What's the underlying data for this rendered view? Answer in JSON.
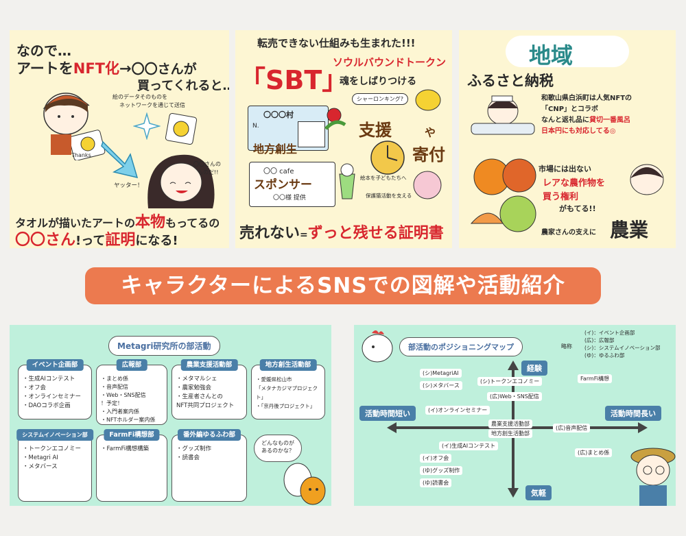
{
  "panel1": {
    "line1": "なので…",
    "line2a": "アートを",
    "line2b": "NFT化",
    "line2c": "→",
    "line2d": "〇〇さんが",
    "line3": "買ってくれると…",
    "note1": "絵のデータそのものを",
    "note2": "ネットワークを通じて送信",
    "thanks": "Thanks",
    "yattaa": "ヤッター！",
    "oosan": "〇〇さんの",
    "mono": "ものだ!!",
    "bottom1a": "タオルが描いたアートの",
    "bottom1b": "本物",
    "bottom1c": "もってるの",
    "bottom2a": "〇〇さん",
    "bottom2b": "!って",
    "bottom2c": "証明",
    "bottom2d": "になる!"
  },
  "panel2": {
    "top": "転売できない仕組みも生まれた!!!",
    "sbt": "「SBT」",
    "soul": "ソウルバウンドトークン",
    "tamashii": "魂をしばりつける",
    "shaon": "シャーロンキング?",
    "card_a": "〇〇〇村",
    "card_b": "N.",
    "chiho": "地方創生",
    "shien": "支援",
    "ya": "や",
    "kifu": "寄付",
    "cafe": "〇〇 cafe",
    "sponsor": "スポンサー",
    "teikyo": "〇〇様 提供",
    "ehon": "絵本を子どもたちへ",
    "hogo": "保護猫活動を支える",
    "bottom_a": "売れない",
    "bottom_b": "=",
    "bottom_c": "ずっと残せる",
    "bottom_d": "証明書"
  },
  "panel3": {
    "region": "地域",
    "furusato": "ふるさと納税",
    "desc1": "和歌山県白浜町は人気NFTの",
    "desc2": "「CNP」とコラボ",
    "desc3a": "なんと返礼品に",
    "desc3b": "貸切一番風呂",
    "desc4": "日本円にも対応してる◎",
    "market": "市場には出ない",
    "rare1": "レアな農作物を",
    "rare2": "買う権利",
    "rare3": "がもてる!!",
    "farmer": "農家さんの支えに",
    "nogyo": "農業"
  },
  "banner": "キャラクターによるSNSでの図解や活動紹介",
  "club_map": {
    "title": "Metagri研究所の部活動",
    "cards": [
      {
        "tag": "イベント企画部",
        "items": [
          "・生成AIコンテスト",
          "・オフ会",
          "・オンラインセミナー",
          "・DAOコラボ企画"
        ]
      },
      {
        "tag": "広報部",
        "items": [
          "・まとめ係",
          "・音声配信",
          "・Web・SNS配信",
          "！予定！",
          "・入門者案内係",
          "・NFTホルダー案内係"
        ]
      },
      {
        "tag": "農業支援活動部",
        "items": [
          "・メタマルシェ",
          "・農家勉強会",
          "・生産者さんとの",
          "NFT共同プロジェクト"
        ]
      },
      {
        "tag": "地方創生活動部",
        "items": [
          "・愛媛県松山市",
          "「メタナカジマプロジェクト」",
          "・「京丹後プロジェクト」"
        ]
      },
      {
        "tag": "システムイノベーション部",
        "items": [
          "・トークンエコノミー",
          "・Metagri AI",
          "・メタバース"
        ]
      },
      {
        "tag": "FarmFi構想部",
        "items": [
          "・FarmFi構想構築"
        ]
      },
      {
        "tag": "番外編ゆるふわ部",
        "items": [
          "・グッズ制作",
          "・読書会"
        ]
      }
    ],
    "bubble1": "どんなものが",
    "bubble2": "あるのかな？"
  },
  "position_map": {
    "title": "部活動のポジショニングマップ",
    "legend_label": "略称",
    "legend": [
      "(イ)：イベント企画部",
      "(広)：広報部",
      "(シ)：システムイノベーション部",
      "(ゆ)：ゆるふわ部"
    ],
    "axis_top": "経験",
    "axis_bottom": "気軽",
    "axis_left": "活動時間短い",
    "axis_right": "活動時間長い",
    "items": [
      "(シ)MetagriAI",
      "(シ)メタバース",
      "(シ)トークンエコノミー",
      "(広)Web・SNS配信",
      "FarmFi構想",
      "(イ)オンラインセミナー",
      "農業支援活動部",
      "地方創生活動部",
      "(広)音声配信",
      "(イ)生成AIコンテスト",
      "(イ)オフ会",
      "(ゆ)グッズ制作",
      "(ゆ)読書会",
      "(広)まとめ係"
    ]
  }
}
